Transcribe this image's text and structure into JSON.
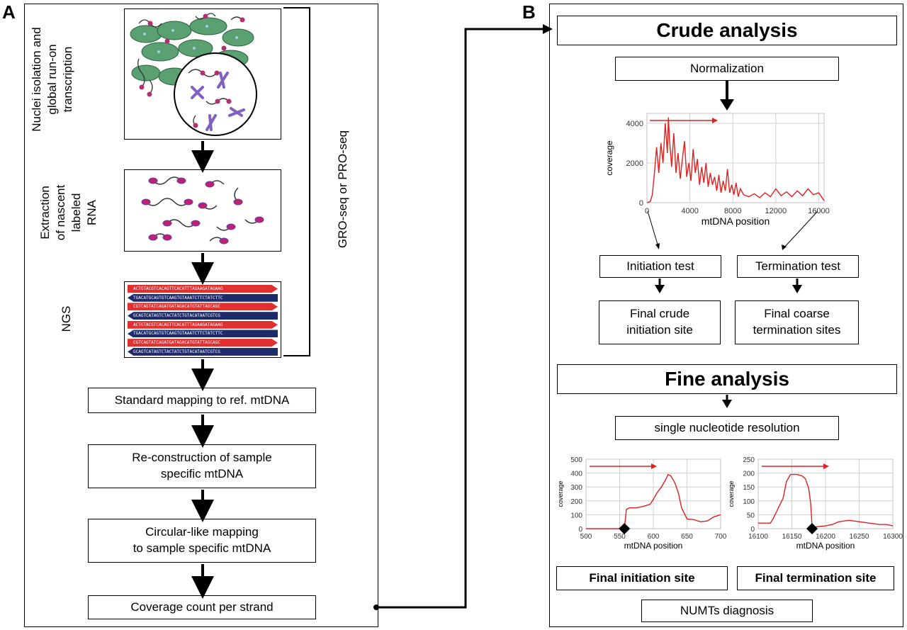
{
  "panel_labels": {
    "a": "A",
    "b": "B"
  },
  "panel_a": {
    "step_labels": {
      "nuclei": [
        "Nuclei isolation and",
        "global run-on",
        "transcription"
      ],
      "extraction": [
        "Extraction",
        "of nascent",
        "labeled",
        "RNA"
      ],
      "ngs": "NGS"
    },
    "bracket_label": "GRO-seq or PRO-seq",
    "ngs_reads": [
      "ACTGTACGTCACAGTTCACATTTAGAAGATAGAAG",
      "TGACATGCAGTGTCAAGTGTAAATCTTCTATCTTC",
      "CGTCAGTATCAGATGATAGACATGTATTAGCAGC",
      "GCAGTCATAGTCTACTATCTGTACATAATCGTCG",
      "ACTGTACGTCACAGTTCACATTTAGAAGATAGAAG",
      "TGACATGCAGTGTCAAGTGTAAATCTTCTATCTTC",
      "CGTCAGTATCAGATGATAGACATGTATTAGCAGC",
      "GCAGTCATAGTCTACTATCTGTACATAATCGTCG"
    ],
    "boxes": {
      "standard_mapping": "Standard mapping to ref. mtDNA",
      "reconstruction": [
        "Re-construction  of sample",
        "specific mtDNA"
      ],
      "circular": [
        "Circular-like mapping",
        "to sample specific mtDNA"
      ],
      "coverage_count": "Coverage count per strand"
    }
  },
  "panel_b": {
    "crude_title": "Crude analysis",
    "normalization": "Normalization",
    "initiation_test": "Initiation test",
    "termination_test": "Termination test",
    "final_crude": [
      "Final crude",
      "initiation site"
    ],
    "final_coarse": [
      "Final coarse",
      "termination sites"
    ],
    "fine_title": "Fine analysis",
    "single_nucleotide": "single nucleotide resolution",
    "final_initiation": "Final initiation site",
    "final_termination": "Final termination site",
    "numts": "NUMTs diagnosis"
  },
  "chart_data": [
    {
      "type": "line",
      "xlabel": "mtDNA  position",
      "ylabel": "coverage",
      "xlim": [
        0,
        16500
      ],
      "ylim": [
        0,
        4500
      ],
      "xticks": [
        "0",
        "4000",
        "8000",
        "12000",
        "16000"
      ],
      "yticks": [
        "0",
        "2000",
        "4000"
      ],
      "grid": true,
      "color": "#e02020",
      "series": [
        {
          "x": [
            0,
            300,
            500,
            700,
            900,
            1100,
            1300,
            1500,
            1700,
            1900,
            2000,
            2100,
            2300,
            2500,
            2700,
            2900,
            3100,
            3300,
            3500,
            3700,
            3900,
            4100,
            4300,
            4500,
            4700,
            4900,
            5100,
            5300,
            5500,
            5700,
            5900,
            6100,
            6300,
            6500,
            6700,
            6900,
            7100,
            7300,
            7500,
            7700,
            7900,
            8100,
            8300,
            8500,
            8700,
            9000,
            9500,
            10000,
            10500,
            11000,
            11500,
            12000,
            12500,
            13000,
            13500,
            14000,
            14500,
            15000,
            15500,
            16000,
            16500
          ],
          "y": [
            0,
            50,
            400,
            1500,
            2800,
            1500,
            3000,
            2000,
            4000,
            2500,
            4300,
            3200,
            1800,
            3500,
            1500,
            2500,
            1200,
            2200,
            3100,
            1300,
            2000,
            1100,
            2700,
            1500,
            2200,
            900,
            1800,
            1000,
            2000,
            800,
            1500,
            900,
            1300,
            600,
            1400,
            500,
            1100,
            600,
            1700,
            500,
            900,
            400,
            1000,
            300,
            700,
            400,
            300,
            450,
            250,
            500,
            300,
            700,
            350,
            550,
            300,
            600,
            350,
            700,
            400,
            500,
            100
          ]
        }
      ]
    },
    {
      "type": "line",
      "xlabel": "mtDNA position",
      "ylabel": "coverage",
      "xlim": [
        500,
        700
      ],
      "ylim": [
        0,
        500
      ],
      "xticks": [
        "500",
        "550",
        "600",
        "650",
        "700"
      ],
      "yticks": [
        "0",
        "100",
        "200",
        "300",
        "400",
        "500"
      ],
      "grid": true,
      "color": "#e02020",
      "marker_x": 557,
      "series": [
        {
          "x": [
            500,
            550,
            555,
            557,
            560,
            565,
            575,
            585,
            595,
            600,
            605,
            612,
            618,
            622,
            626,
            632,
            637,
            642,
            650,
            660,
            670,
            680,
            690,
            700
          ],
          "y": [
            0,
            0,
            0,
            0,
            140,
            150,
            150,
            160,
            175,
            210,
            255,
            300,
            350,
            390,
            380,
            330,
            260,
            150,
            70,
            65,
            50,
            55,
            85,
            100
          ]
        }
      ]
    },
    {
      "type": "line",
      "xlabel": "mtDNA position",
      "ylabel": "coverage",
      "xlim": [
        16100,
        16300
      ],
      "ylim": [
        0,
        250
      ],
      "xticks": [
        "16100",
        "16150",
        "16200",
        "16250",
        "16300"
      ],
      "yticks": [
        "0",
        "50",
        "100",
        "150",
        "200",
        "250"
      ],
      "grid": true,
      "color": "#e02020",
      "marker_x": 16180,
      "series": [
        {
          "x": [
            16100,
            16110,
            16118,
            16122,
            16130,
            16137,
            16142,
            16148,
            16158,
            16165,
            16170,
            16175,
            16178,
            16180,
            16183,
            16190,
            16200,
            16210,
            16220,
            16235,
            16250,
            16265,
            16280,
            16290,
            16300
          ],
          "y": [
            20,
            20,
            20,
            35,
            75,
            110,
            170,
            195,
            195,
            190,
            180,
            145,
            90,
            10,
            5,
            8,
            10,
            15,
            25,
            30,
            25,
            20,
            15,
            15,
            10
          ]
        }
      ]
    }
  ]
}
